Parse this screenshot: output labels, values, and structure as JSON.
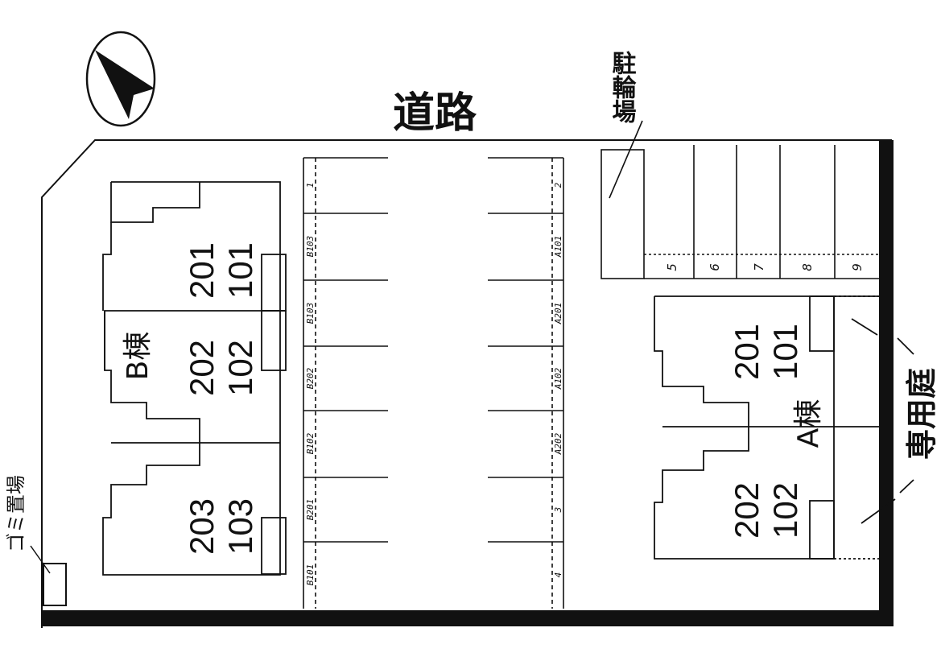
{
  "road_label": "道路",
  "bicycle_parking_label": "駐輪場",
  "private_garden_label": "専用庭",
  "trash_label": "ゴミ置場",
  "compass_icon": "north-arrow-icon",
  "building_b": {
    "name": "B棟",
    "units": [
      {
        "upper": "201",
        "lower": "101"
      },
      {
        "upper": "202",
        "lower": "102"
      },
      {
        "upper": "203",
        "lower": "103"
      }
    ]
  },
  "building_a": {
    "name": "A棟",
    "units": [
      {
        "upper": "201",
        "lower": "101"
      },
      {
        "upper": "202",
        "lower": "102"
      }
    ]
  },
  "left_parking_labels": [
    "1",
    "B103",
    "B103",
    "B202",
    "B102",
    "B201",
    "B101"
  ],
  "right_parking_labels": [
    "2",
    "A101",
    "A201",
    "A102",
    "A202",
    "3",
    "4"
  ],
  "bicycle_numbers": [
    "5",
    "6",
    "7",
    "8",
    "9"
  ]
}
